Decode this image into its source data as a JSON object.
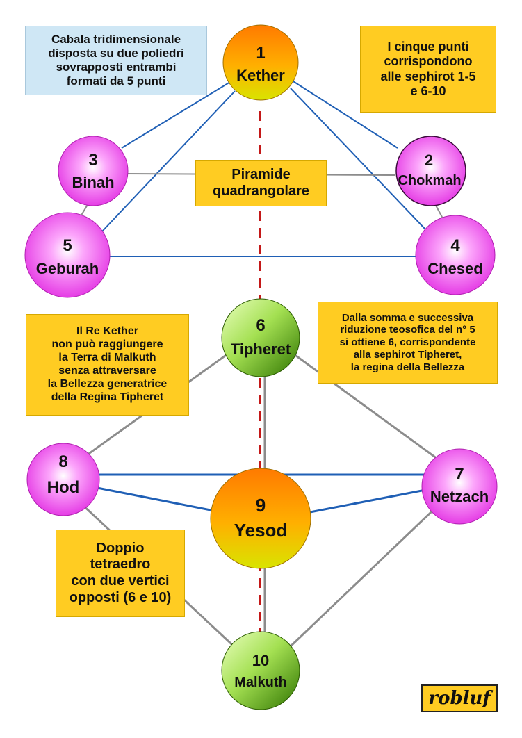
{
  "notes": {
    "structure": "Cabala tridimensionale\ndisposta su due poliedri\nsovrapposti entrambi\nformati da 5 punti",
    "correspondence": "I cinque punti\ncorrispondono\nalle sephirot 1-5\ne 6-10",
    "pyramid": "Piramide\nquadrangolare",
    "kether": "Il Re Kether\nnon può raggiungere\nla Terra di Malkuth\nsenza attraversare\nla Bellezza generatrice\ndella Regina Tipheret",
    "sum": "Dalla somma e successiva\nriduzione teosofica del n° 5\nsi ottiene 6, corrispondente\nalla sephirot Tipheret,\nla regina della Bellezza",
    "tetrahedron": "Doppio\ntetraedro\ncon due vertici\nopposti (6 e 10)"
  },
  "nodes": {
    "kether": {
      "number": "1",
      "name": "Kether"
    },
    "chokmah": {
      "number": "2",
      "name": "Chokmah"
    },
    "binah": {
      "number": "3",
      "name": "Binah"
    },
    "chesed": {
      "number": "4",
      "name": "Chesed"
    },
    "geburah": {
      "number": "5",
      "name": "Geburah"
    },
    "tipheret": {
      "number": "6",
      "name": "Tipheret"
    },
    "netzach": {
      "number": "7",
      "name": "Netzach"
    },
    "hod": {
      "number": "8",
      "name": "Hod"
    },
    "yesod": {
      "number": "9",
      "name": "Yesod"
    },
    "malkuth": {
      "number": "10",
      "name": "Malkuth"
    }
  },
  "signature": "robluf",
  "colors": {
    "blue_line": "#1f5fb5",
    "gray_line": "#8c8c8c",
    "axis_dash": "#c41818",
    "note_yellow": "#ffcc22",
    "note_blue": "#cfe7f5",
    "sphere_magenta": "#e22ee2",
    "sphere_orange": "#ff7a00",
    "sphere_green": "#3e8a00"
  }
}
